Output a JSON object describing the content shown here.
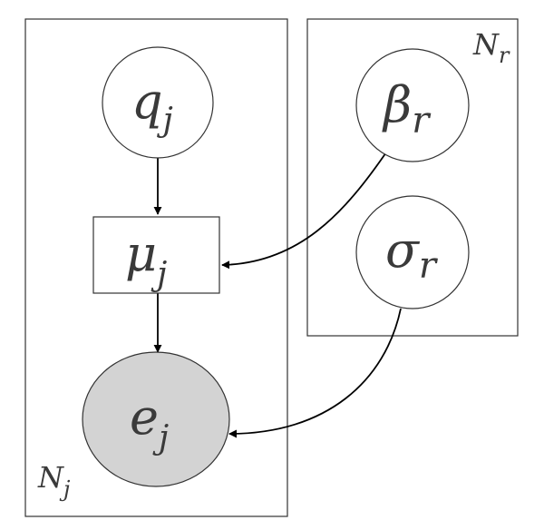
{
  "plates": {
    "left": {
      "main": "N",
      "sub": "j"
    },
    "right": {
      "main": "N",
      "sub": "r"
    }
  },
  "nodes": {
    "q": {
      "main": "q",
      "sub": "j"
    },
    "mu": {
      "main": "μ",
      "sub": "j"
    },
    "e": {
      "main": "e",
      "sub": "j",
      "fill": "#d3d3d3"
    },
    "beta": {
      "main": "β",
      "sub": "r"
    },
    "sigma": {
      "main": "σ",
      "sub": "r"
    }
  }
}
